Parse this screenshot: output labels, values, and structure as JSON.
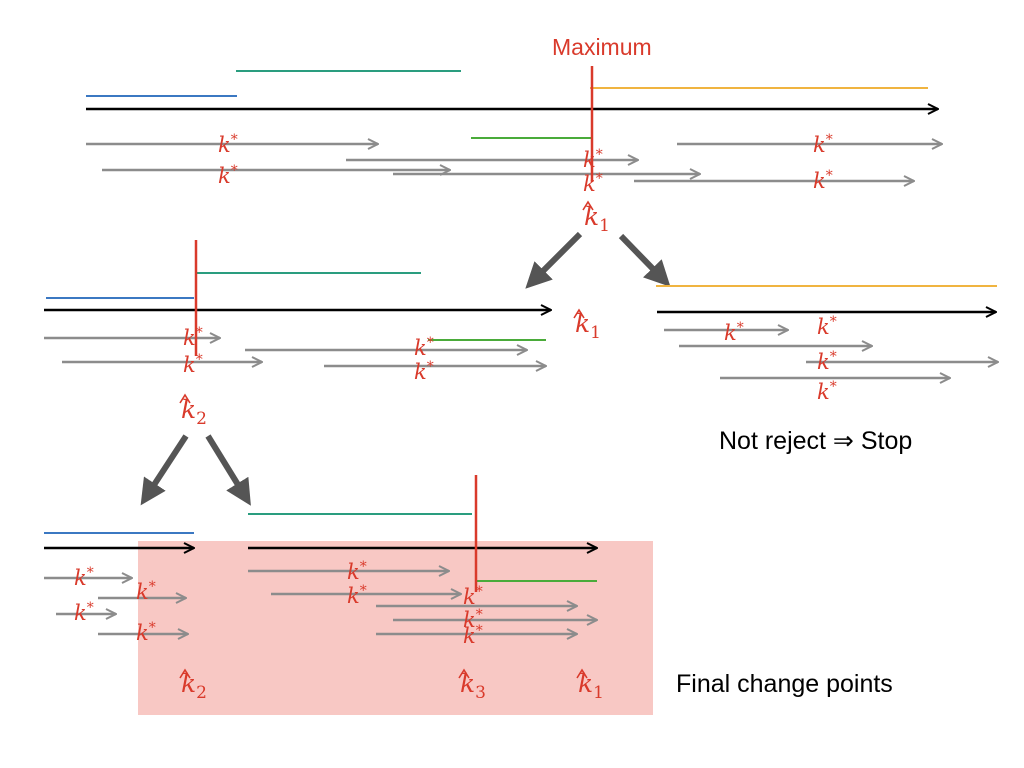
{
  "labels": {
    "maximum": "Maximum",
    "not_reject": "Not reject ⇒ Stop",
    "final": "Final change points",
    "kstar": "k*",
    "k1": "k1",
    "k2": "k2",
    "k3": "k3"
  },
  "colors": {
    "red": "#d93a2b",
    "gray": "#8c8c8c",
    "dark_arrow": "#555555",
    "black": "#000000",
    "blue": "#3b78c2",
    "teal": "#2a9d7f",
    "green": "#4aab3a",
    "orange": "#f0b440",
    "highlight": "#f8c8c4"
  }
}
